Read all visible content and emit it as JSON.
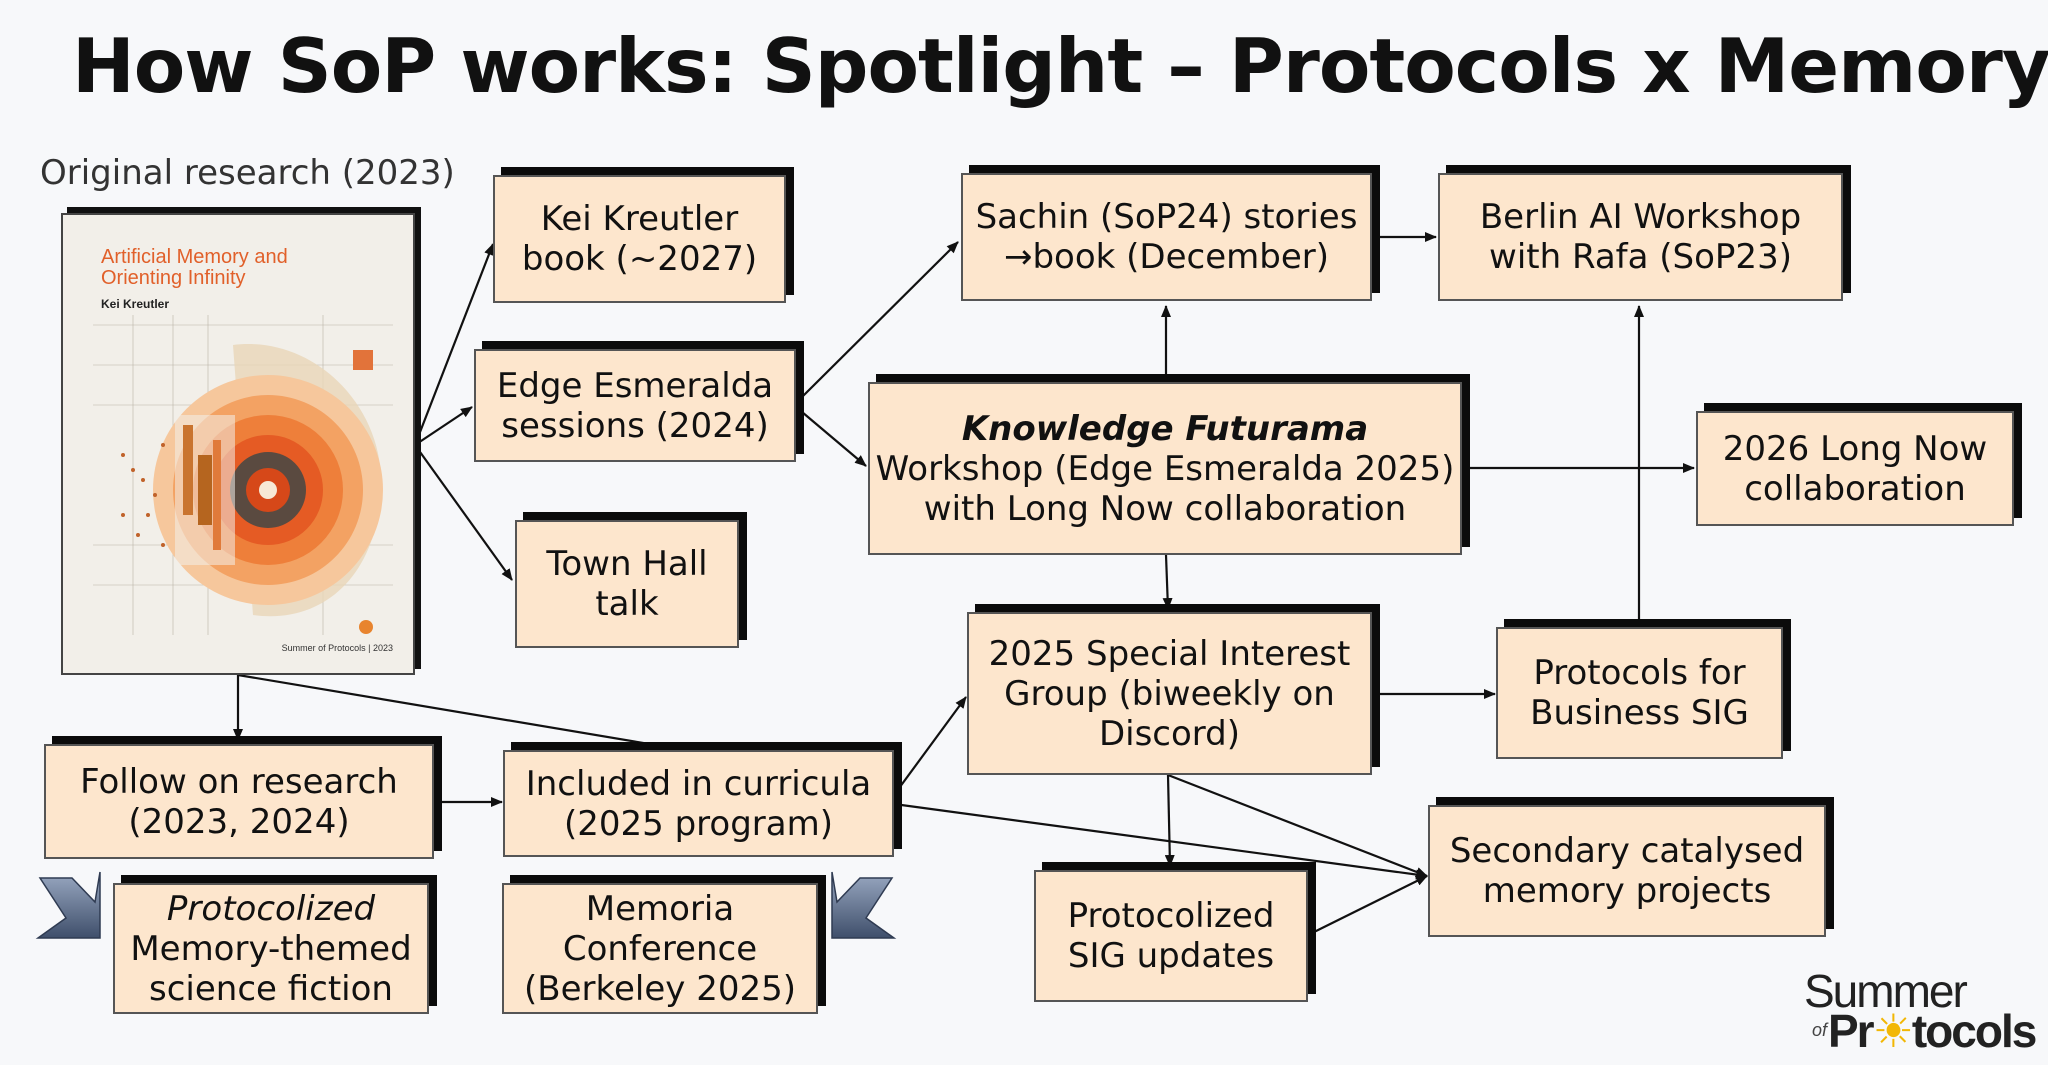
{
  "title": "How SoP works: Spotlight – Protocols x Memory",
  "cover": {
    "caption": "Original research (2023)",
    "book_title_line1": "Artificial Memory and",
    "book_title_line2": "Orienting Infinity",
    "author": "Kei Kreutler",
    "footer": "Summer of Protocols | 2023"
  },
  "nodes": {
    "kei_book": [
      "Kei Kreutler",
      "book (~2027)"
    ],
    "edge_sessions": [
      "Edge Esmeralda",
      "sessions (2024)"
    ],
    "town_hall": [
      "Town Hall",
      "talk"
    ],
    "sachin": [
      "Sachin (SoP24) stories",
      "→book (December)"
    ],
    "berlin": [
      "Berlin AI Workshop",
      "with Rafa (SoP23)"
    ],
    "futurama": [
      "Knowledge Futurama",
      "Workshop (Edge Esmeralda 2025)",
      "with Long Now collaboration"
    ],
    "long_now": [
      "2026 Long Now",
      "collaboration"
    ],
    "sig": [
      "2025 Special Interest",
      "Group (biweekly on",
      "Discord)"
    ],
    "business_sig": [
      "Protocols for",
      "Business SIG"
    ],
    "follow_on": [
      "Follow on research",
      "(2023, 2024)"
    ],
    "curricula": [
      "Included in curricula",
      "(2025 program)"
    ],
    "secondary": [
      "Secondary catalysed",
      "memory projects"
    ],
    "sig_updates": [
      "Protocolized",
      "SIG updates"
    ],
    "sci_fi": [
      "Protocolized",
      "Memory-themed",
      "science fiction"
    ],
    "memoria": [
      "Memoria",
      "Conference",
      "(Berkeley 2025)"
    ]
  },
  "logo": {
    "line1": "Summer",
    "of": "of",
    "line2_pre": "Pr",
    "line2_sun": "☀",
    "line2_post": "tocols"
  },
  "colors": {
    "node_fill": "#fde6cd",
    "node_border": "#555555",
    "node_shadow": "#0b0b0b",
    "background": "#f7f8fa",
    "cover_accent": "#e1602a",
    "arrow": "#111111",
    "callout_arrow": "#4c5e7a"
  }
}
